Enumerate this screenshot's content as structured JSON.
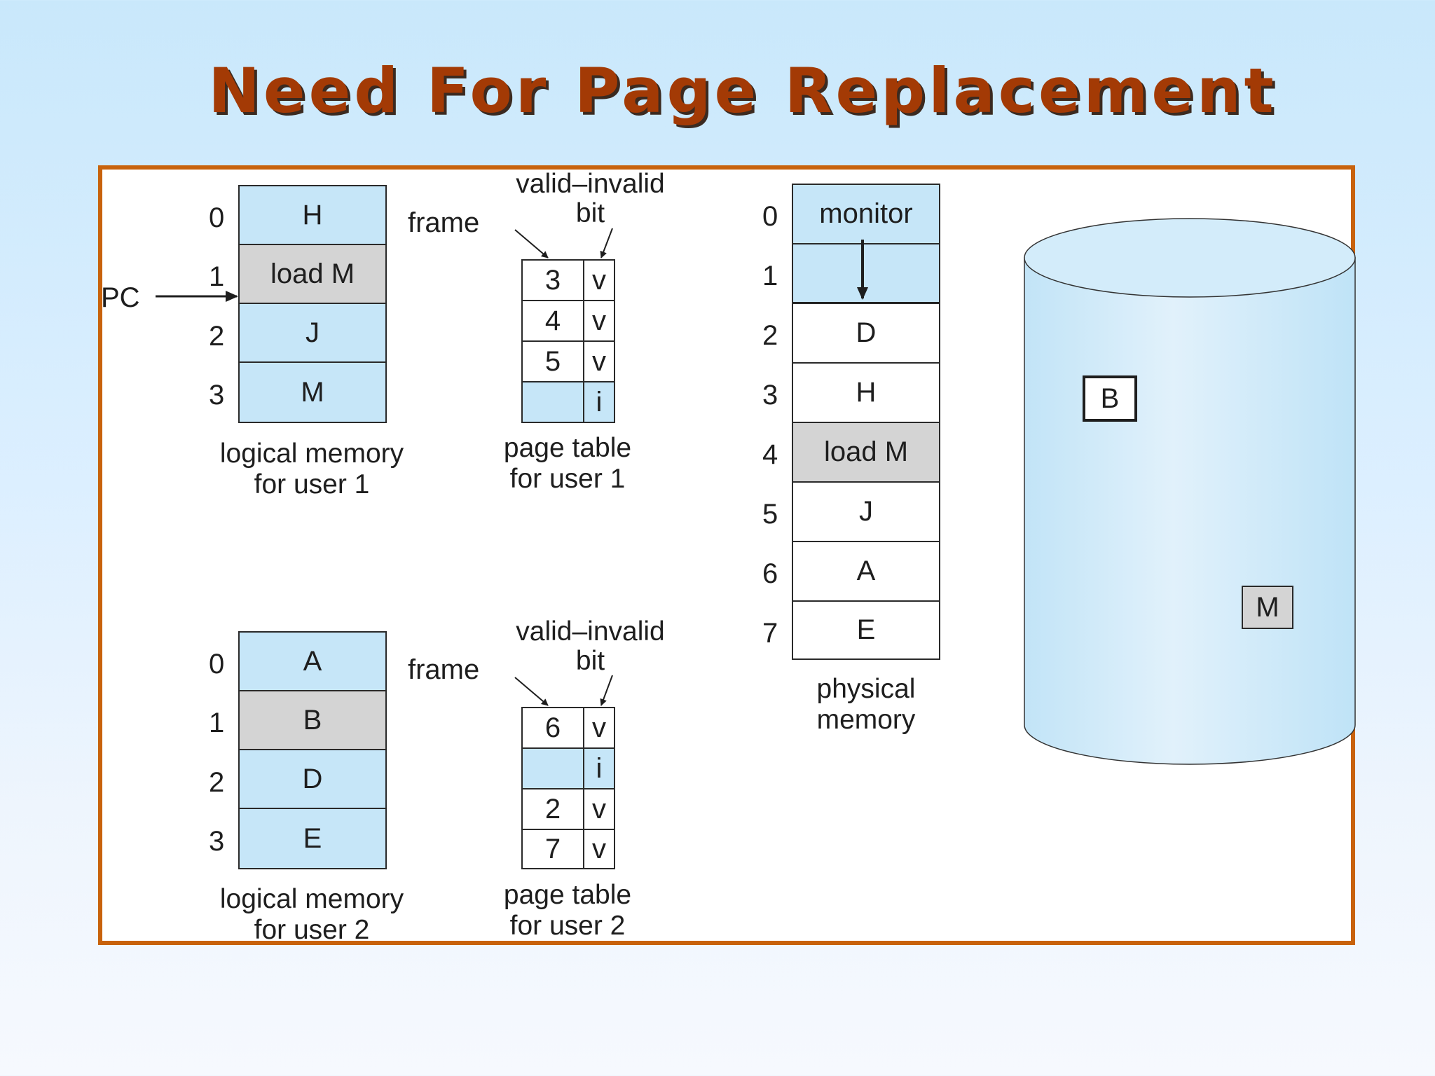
{
  "title": "Need For Page Replacement",
  "user1": {
    "logical_memory": {
      "indices": [
        "0",
        "1",
        "2",
        "3"
      ],
      "pages": [
        "H",
        "load M",
        "J",
        "M"
      ],
      "caption_line1": "logical memory",
      "caption_line2": "for user 1"
    },
    "pc_label": "PC",
    "frame_label": "frame",
    "valid_invalid_line1": "valid–invalid",
    "valid_invalid_line2": "bit",
    "page_table": {
      "frames": [
        "3",
        "4",
        "5",
        ""
      ],
      "bits": [
        "v",
        "v",
        "v",
        "i"
      ],
      "caption_line1": "page table",
      "caption_line2": "for user 1"
    }
  },
  "user2": {
    "logical_memory": {
      "indices": [
        "0",
        "1",
        "2",
        "3"
      ],
      "pages": [
        "A",
        "B",
        "D",
        "E"
      ],
      "caption_line1": "logical memory",
      "caption_line2": "for user 2"
    },
    "frame_label": "frame",
    "valid_invalid_line1": "valid–invalid",
    "valid_invalid_line2": "bit",
    "page_table": {
      "frames": [
        "6",
        "",
        "2",
        "7"
      ],
      "bits": [
        "v",
        "i",
        "v",
        "v"
      ],
      "caption_line1": "page table",
      "caption_line2": "for user 2"
    }
  },
  "physical_memory": {
    "indices": [
      "0",
      "1",
      "2",
      "3",
      "4",
      "5",
      "6",
      "7"
    ],
    "frames": [
      "monitor",
      "",
      "D",
      "H",
      "load M",
      "J",
      "A",
      "E"
    ],
    "caption_line1": "physical",
    "caption_line2": "memory"
  },
  "disk": {
    "item_b": "B",
    "item_m": "M"
  },
  "colors": {
    "title": "#a33a05",
    "border": "#c8620c",
    "cell_blue": "#c6e6f8",
    "cell_gray": "#d4d4d4",
    "disk": "#c6e6f8"
  }
}
